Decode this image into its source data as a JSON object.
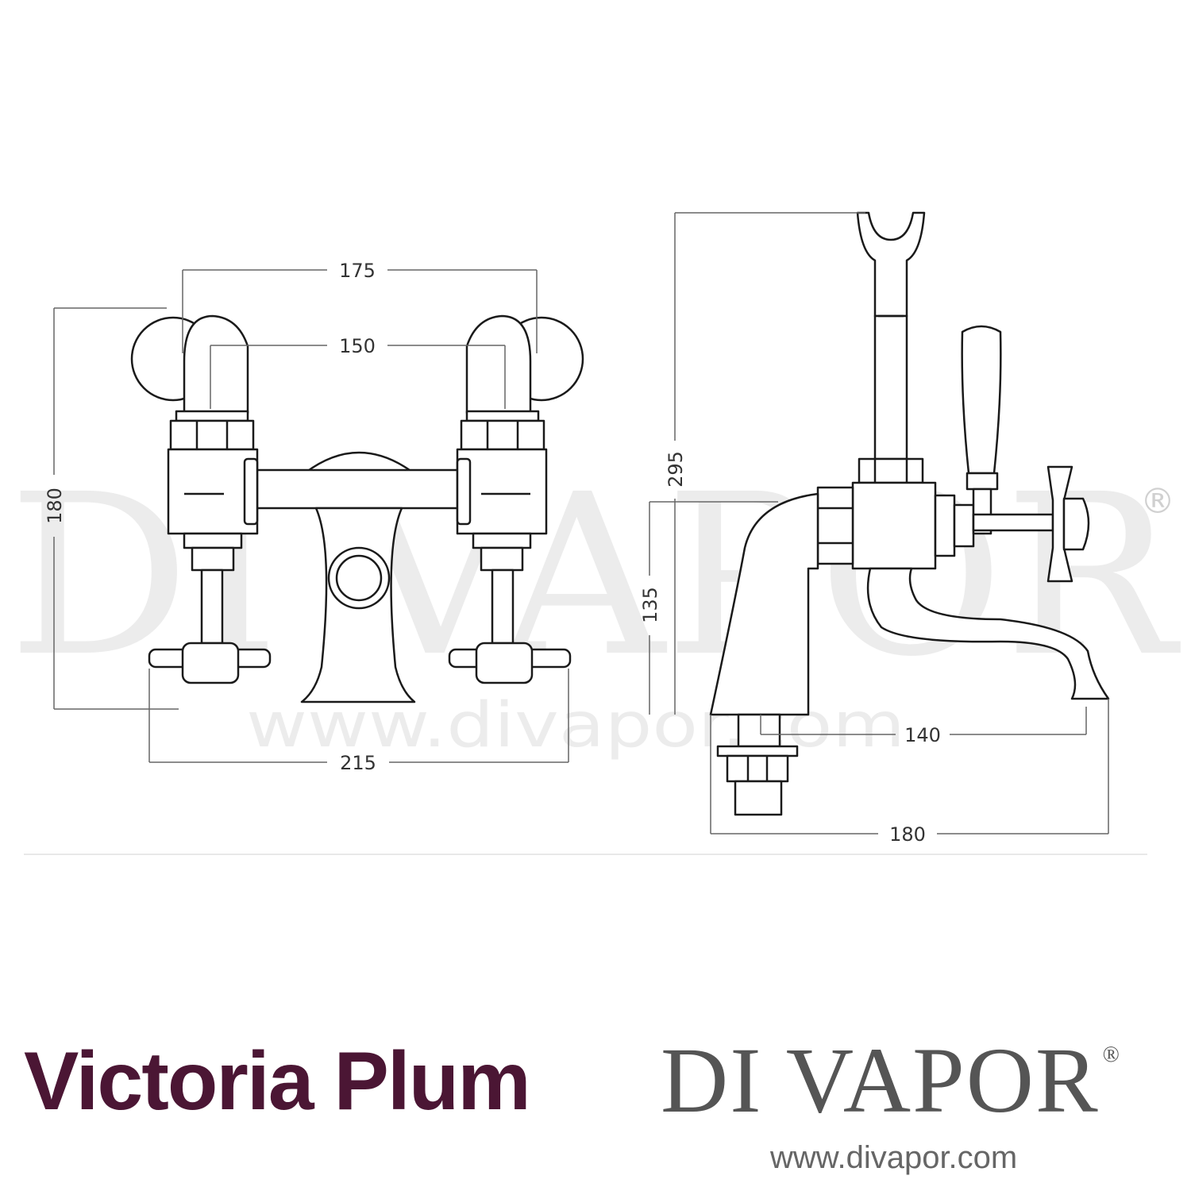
{
  "colors": {
    "line": "#1a1a1a",
    "dimension": "#666666",
    "victoria_plum_brand": "#4b1634",
    "divapor_brand": "#555555",
    "url_text": "#666666"
  },
  "watermark": {
    "text": "DI VAPOR",
    "registered": "®",
    "url": "www.divapor.com"
  },
  "dimensions": {
    "front_top_width": "175",
    "front_center_width": "150",
    "front_height": "180",
    "front_base_width": "215",
    "side_total_height": "295",
    "side_spout_height": "135",
    "side_spout_reach": "140",
    "side_total_depth": "180"
  },
  "branding": {
    "victoria_plum": "Victoria Plum",
    "divapor": "DI VAPOR",
    "divapor_registered": "®",
    "url": "www.divapor.com"
  }
}
